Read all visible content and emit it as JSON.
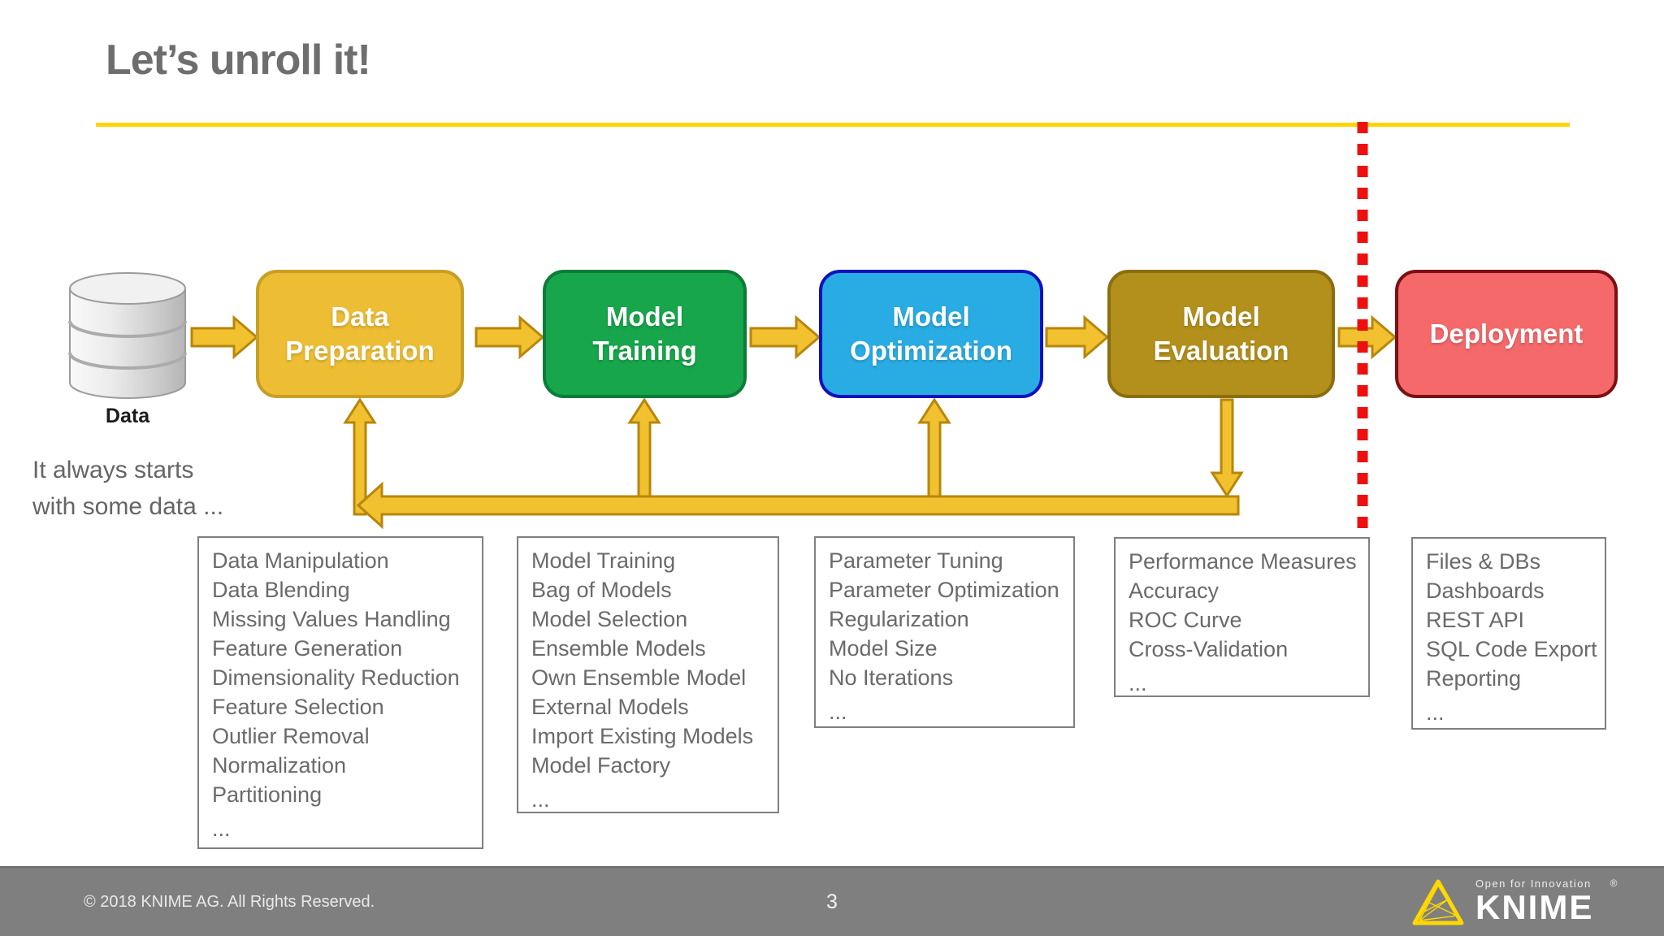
{
  "slide": {
    "title": "Let’s unroll it!",
    "accent_underline_color": "#FFD400",
    "page_number": "3",
    "copyright": "© 2018 KNIME AG. All Rights Reserved.",
    "brand": {
      "tagline": "Open for Innovation",
      "name": "KNIME",
      "registered_mark": "®",
      "logo_color": "#FFD800"
    }
  },
  "data_source": {
    "icon": "database-cylinder-icon",
    "label": "Data",
    "caption": [
      "It always starts",
      "with some data ..."
    ]
  },
  "pipeline": {
    "stages": [
      {
        "id": "data-preparation",
        "label": "Data Preparation",
        "fill": "#EDBE33",
        "border": "#C79F25",
        "details": [
          "Data Manipulation",
          "Data Blending",
          "Missing Values Handling",
          "Feature Generation",
          "Dimensionality Reduction",
          "Feature Selection",
          "Outlier Removal",
          "Normalization",
          "Partitioning",
          "..."
        ]
      },
      {
        "id": "model-training",
        "label": "Model Training",
        "fill": "#17A64B",
        "border": "#0C7C38",
        "details": [
          "Model Training",
          "Bag of Models",
          "Model Selection",
          "Ensemble Models",
          "Own Ensemble Model",
          "External Models",
          "Import Existing Models",
          "Model Factory",
          "..."
        ]
      },
      {
        "id": "model-optimization",
        "label": "Model Optimization",
        "fill": "#29ACE3",
        "border": "#1111BC",
        "details": [
          "Parameter Tuning",
          "Parameter Optimization",
          "Regularization",
          "Model Size",
          "No Iterations",
          "..."
        ]
      },
      {
        "id": "model-evaluation",
        "label": "Model Evaluation",
        "fill": "#B3901B",
        "border": "#8A6E10",
        "details": [
          "Performance Measures",
          "Accuracy",
          "ROC Curve",
          "Cross-Validation",
          "..."
        ]
      },
      {
        "id": "deployment",
        "label": "Deployment",
        "fill": "#F5696B",
        "border": "#7B1012",
        "details": [
          "Files & DBs",
          "Dashboards",
          "REST API",
          "SQL Code Export",
          "Reporting",
          "..."
        ]
      }
    ],
    "connector_color": "#F1C12F",
    "connector_outline": "#B8860B",
    "boundary_line_color": "#EE0F0F"
  }
}
